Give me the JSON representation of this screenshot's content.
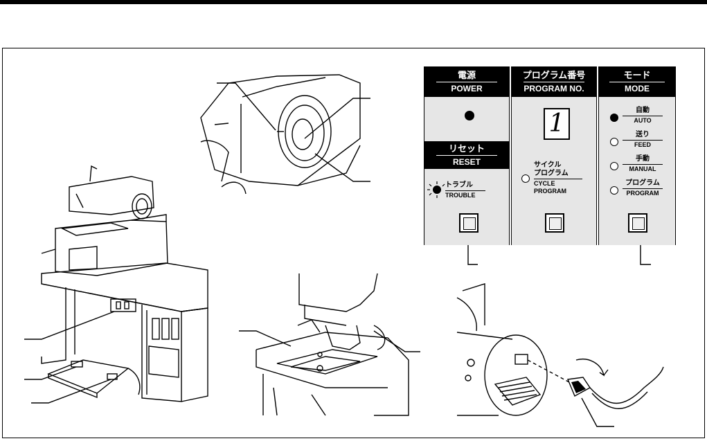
{
  "panel": {
    "power": {
      "jp": "電源",
      "en": "POWER"
    },
    "program_no": {
      "jp": "プログラム番号",
      "en": "PROGRAM NO.",
      "display_digit": "1"
    },
    "mode": {
      "jp": "モード",
      "en": "MODE"
    },
    "reset": {
      "jp": "リセット",
      "en": "RESET"
    },
    "trouble": {
      "jp": "トラブル",
      "en": "TROUBLE"
    },
    "cycle_program": {
      "jp1": "サイクル",
      "jp2": "プログラム",
      "en1": "CYCLE",
      "en2": "PROGRAM"
    },
    "mode_items": [
      {
        "jp": "自動",
        "en": "AUTO",
        "lit": true
      },
      {
        "jp": "送り",
        "en": "FEED",
        "lit": false
      },
      {
        "jp": "手動",
        "en": "MANUAL",
        "lit": false
      },
      {
        "jp": "プログラム",
        "en": "PROGRAM",
        "lit": false
      }
    ]
  },
  "colors": {
    "ink": "#000000",
    "panel_bg": "#e6e6e6",
    "page_bg": "#ffffff"
  }
}
